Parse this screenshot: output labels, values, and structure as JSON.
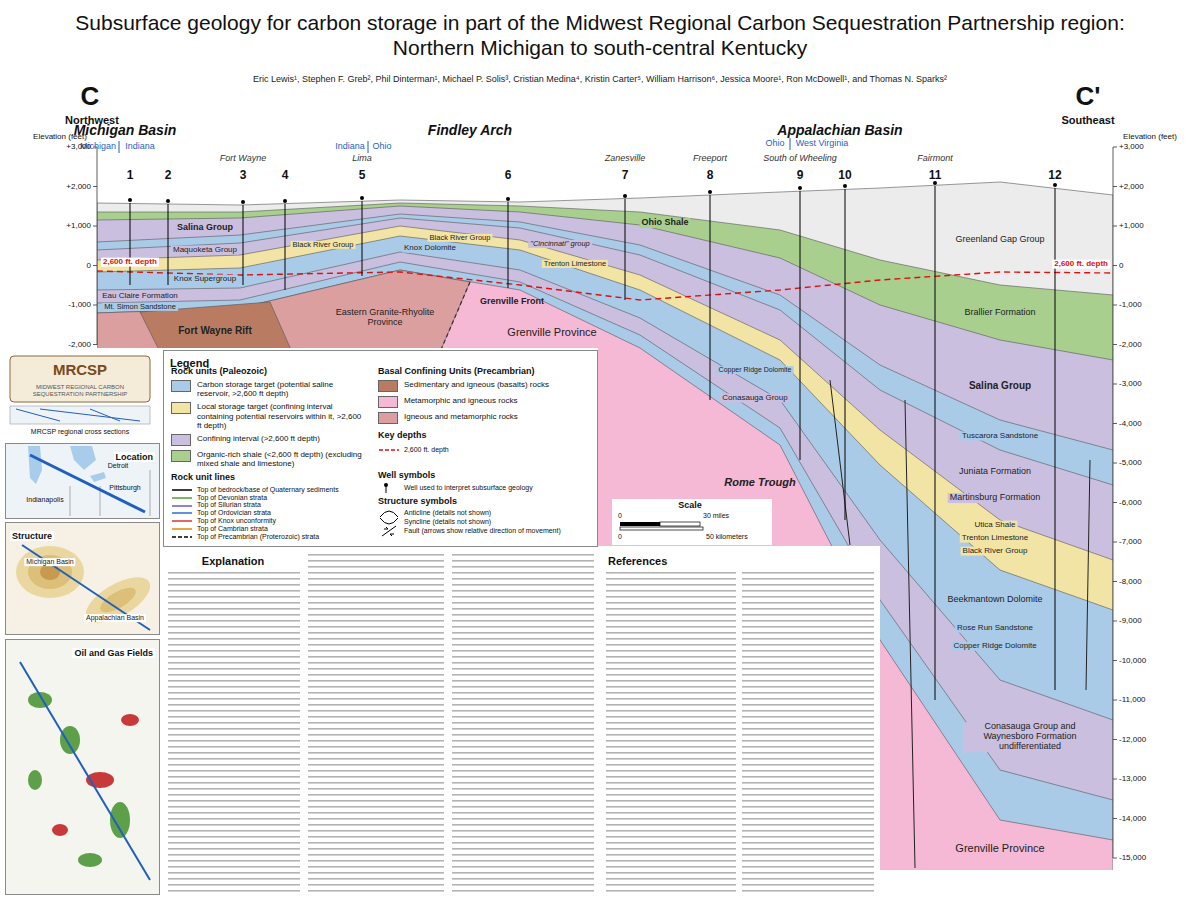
{
  "diagram": {
    "title": "Subsurface geology for carbon storage in part of the Midwest Regional Carbon Sequestration Partnership region: Northern Michigan to south-central Kentucky",
    "nodes": [
      {
        "text": [
          "Legend"
        ]
      },
      {
        "text": [
          "Location"
        ]
      },
      {
        "text": [
          "Structure"
        ]
      },
      {
        "text": [
          "Oil and Gas Fields"
        ]
      },
      {
        "text": [
          "Explanation"
        ]
      },
      {
        "text": [
          "References"
        ]
      }
    ],
    "labels": [
      "Eric Lewis¹, Stephen F. Greb², Phil Dinterman¹, Michael P. Solis³, Cristian Medina⁴, Kristin Carter⁵, William Harrison⁶, Jessica Moore¹, Ron McDowell¹, and Thomas N. Sparks²",
      "C",
      "Northwest",
      "C'",
      "Southeast",
      "Michigan Basin",
      "Findley Arch",
      "Appalachian Basin",
      "Michigan",
      "Indiana",
      "Indiana",
      "Ohio",
      "Ohio",
      "West Virginia",
      "Fort Wayne",
      "Lima",
      "Zanesville",
      "Freeport",
      "South of Wheeling",
      "Fairmont",
      "1",
      "2",
      "3",
      "4",
      "5",
      "6",
      "7",
      "8",
      "9",
      "10",
      "11",
      "12",
      "Salina Group",
      "Maquoketa Group",
      "Black River Group",
      "Knox Supergroup",
      "Eau Claire Formation",
      "Mt. Simon Sandstone",
      "Fort Wayne Rift",
      "\"Cincinnati\" group",
      "Knox Dolomite",
      "Black River Group",
      "Eastern Granite-Rhyolite Province",
      "Grenville Front",
      "Grenville Province",
      "Ohio Shale",
      "Trenton Limestone",
      "Copper Ridge Dolomite",
      "Conasauga Group",
      "Rome Trough",
      "Greenland Gap Group",
      "Brallier Formation",
      "Salina Group",
      "Tuscarora Sandstone",
      "Juniata Formation",
      "Martinsburg Formation",
      "Utica Shale",
      "Trenton Limestone",
      "Black River Group",
      "Beekmantown Dolomite",
      "Rose Run Sandstone",
      "Copper Ridge Dolomite",
      "Conasauga Group and Waynesboro Formation undifferentiated",
      "Grenville Province",
      "Elevation (feet)",
      "+3,000",
      "+2,000",
      "+1,000",
      "0",
      "-1,000",
      "-2,000",
      "2,600 ft. depth",
      "Elevation (feet)",
      "+3,000",
      "+2,000",
      "+1,000",
      "0",
      "-1,000",
      "-2,000",
      "-3,000",
      "-4,000",
      "-5,000",
      "-6,000",
      "-7,000",
      "-8,000",
      "-9,000",
      "-10,000",
      "-11,000",
      "-12,000",
      "-13,000",
      "-14,000",
      "-15,000",
      "2,600 ft. depth",
      "Rock units (Paleozoic)",
      "Basal Confining Units (Precambrian)",
      "Key depths",
      "Rock unit lines",
      "Well symbols",
      "Structure symbols",
      "MRCSP",
      "MIDWEST REGIONAL CARBON SEQUESTRATION PARTNERSHIP",
      "MRCSP regional cross sections",
      "Detroit",
      "Indianapolis",
      "Pittsburgh",
      "Michigan Basin",
      "Appalachian Basin",
      "Scale",
      "0",
      "30 miles",
      "0",
      "50 kilometers"
    ],
    "legend": [
      {
        "text": "Carbon storage target (potential saline reservoir, >2,600 ft depth)",
        "color": "#a9cbe8"
      },
      {
        "text": "Local storage target (confining interval containing potential reservoirs within it, >2,600 ft depth)",
        "color": "#f2e4a4"
      },
      {
        "text": "Confining interval (>2,600 ft depth)",
        "color": "#cbbfe0"
      },
      {
        "text": "Organic-rich shale (<2,600 ft depth) (excluding mixed shale and limestone)",
        "color": "#a9cf8f"
      },
      {
        "text": "Sedimentary and igneous (basalts) rocks",
        "color": "#b97c62"
      },
      {
        "text": "Metamorphic and igneous rocks",
        "color": "#f5b8d5"
      },
      {
        "text": "Igneous and metamorphic rocks",
        "color": "#dc9f9f"
      },
      {
        "text": "2,600 ft. depth"
      },
      {
        "text": "Top of bedrock/base of Quaternary sediments"
      },
      {
        "text": "Top of Devonian strata"
      },
      {
        "text": "Top of Silurian strata"
      },
      {
        "text": "Top of Ordovician strata"
      },
      {
        "text": "Top of Knox unconformity"
      },
      {
        "text": "Top of Cambrian strata"
      },
      {
        "text": "Top of Precambrian (Proterozoic) strata"
      },
      {
        "text": "Well used to interpret subsurface geology"
      },
      {
        "text": "Anticline (details not shown)"
      },
      {
        "text": "Syncline (details not shown)"
      },
      {
        "text": "Fault (arrows show relative direction of movement)"
      }
    ]
  }
}
